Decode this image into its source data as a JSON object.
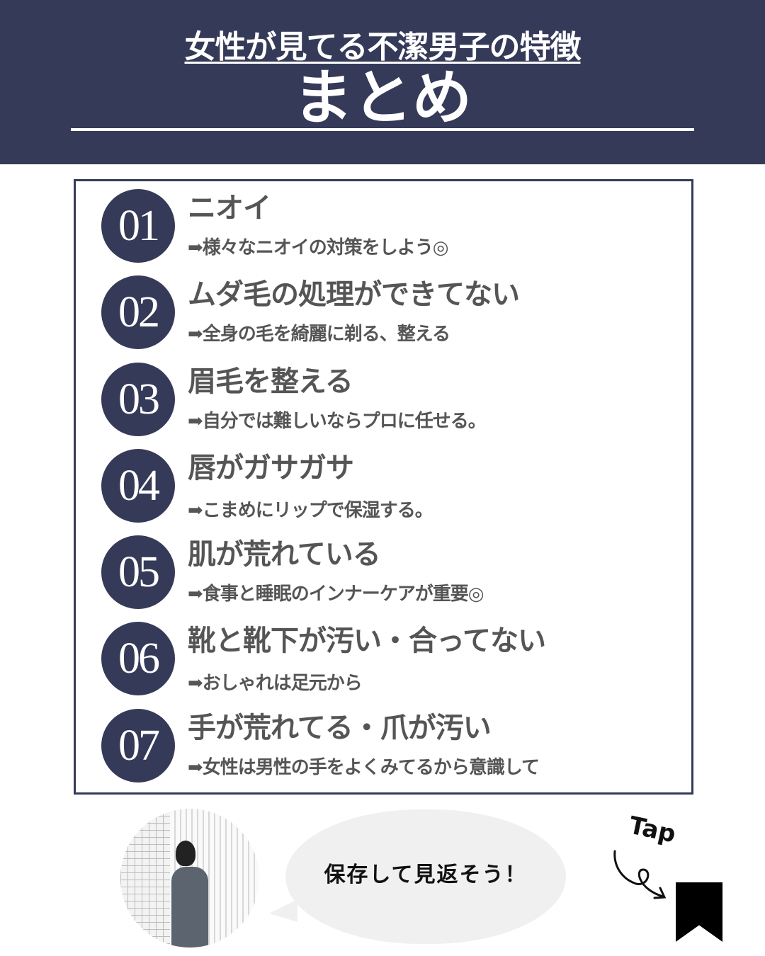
{
  "header": {
    "subtitle": "女性が見てる不潔男子の特徴",
    "title": "まとめ",
    "background_color": "#363a59"
  },
  "items": [
    {
      "number": "01",
      "heading": "ニオイ",
      "detail": "➡様々なニオイの対策をしよう◎"
    },
    {
      "number": "02",
      "heading": "ムダ毛の処理ができてない",
      "detail": "➡全身の毛を綺麗に剃る、整える"
    },
    {
      "number": "03",
      "heading": "眉毛を整える",
      "detail": "➡自分では難しいならプロに任せる。"
    },
    {
      "number": "04",
      "heading": "唇がガサガサ",
      "detail": "➡こまめにリップで保湿する。"
    },
    {
      "number": "05",
      "heading": "肌が荒れている",
      "detail": "➡食事と睡眠のインナーケアが重要◎"
    },
    {
      "number": "06",
      "heading": "靴と靴下が汚い・合ってない",
      "detail": "➡おしゃれは足元から"
    },
    {
      "number": "07",
      "heading": "手が荒れてる・爪が汚い",
      "detail": "➡女性は男性の手をよくみてるから意識して"
    }
  ],
  "footer": {
    "bubble_text": "保存して見返そう！",
    "tap_label": "Tap",
    "bookmark_icon": "bookmark-icon"
  }
}
